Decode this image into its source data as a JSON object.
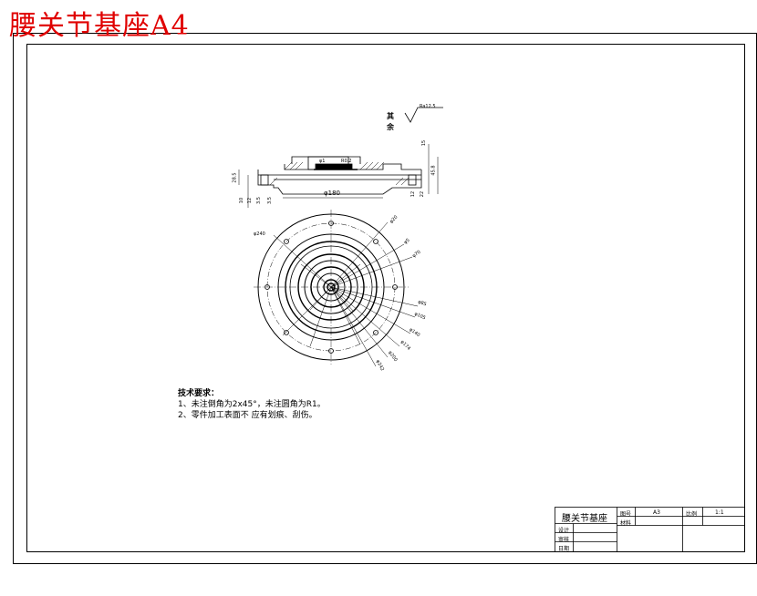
{
  "banner": {
    "title": "腰关节基座A4"
  },
  "surface_note": {
    "label": "其余",
    "roughness": "Ra12.5"
  },
  "section_view": {
    "dims": [
      "φ180",
      "φ1",
      "R0.2",
      "15",
      "45.8",
      "28.5",
      "12",
      "22",
      "3.5",
      "10",
      "12",
      "3.5"
    ]
  },
  "plan_view": {
    "dims": [
      "φ240",
      "φ20",
      "φ5",
      "φ70",
      "φ85",
      "φ105",
      "φ140",
      "φ174",
      "φ200",
      "φ242"
    ]
  },
  "tech_requirements": {
    "title": "技术要求：",
    "items": [
      "1、未注倒角为2x45°，未注圆角为R1。",
      "2、零件加工表面不 应有划痕、刮伤。"
    ]
  },
  "title_block": {
    "part_name": "腰关节基座",
    "row1": {
      "label_a": "图号",
      "value_a": "A3",
      "label_b": "比例",
      "value_b": "1:1"
    },
    "row2": {
      "label_a": "材料"
    },
    "left_rows": [
      "设计",
      "审核",
      "日期"
    ]
  }
}
